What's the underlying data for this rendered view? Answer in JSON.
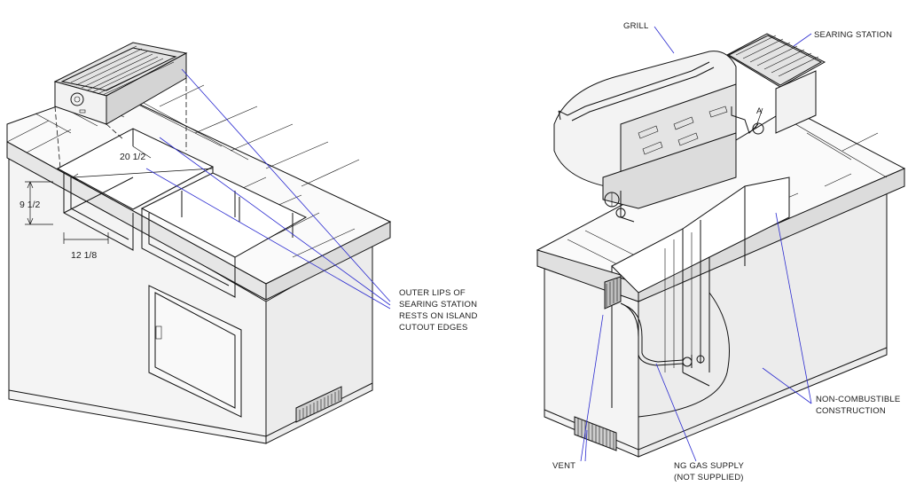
{
  "left_figure": {
    "dimensions": {
      "width": "20 1/2",
      "height": "9 1/2",
      "depth": "12 1/8"
    },
    "callouts": {
      "outer_lips_line1": "OUTER LIPS OF",
      "outer_lips_line2": "SEARING STATION",
      "outer_lips_line3": "RESTS ON ISLAND",
      "outer_lips_line4": "CUTOUT EDGES"
    }
  },
  "right_figure": {
    "callouts": {
      "grill": "GRILL",
      "searing_station": "SEARING STATION",
      "detail_marker": "A",
      "non_combustible_line1": "NON-COMBUSTIBLE",
      "non_combustible_line2": "CONSTRUCTION",
      "vent": "VENT",
      "gas_supply_line1": "NG GAS SUPPLY",
      "gas_supply_line2": "(NOT SUPPLIED)"
    }
  },
  "colors": {
    "linework": "#111111",
    "leader_lines": "#2b2bd0",
    "face_light": "#f7f7f7",
    "face_mid": "#e9e9e9",
    "face_dark": "#d8d8d8"
  }
}
